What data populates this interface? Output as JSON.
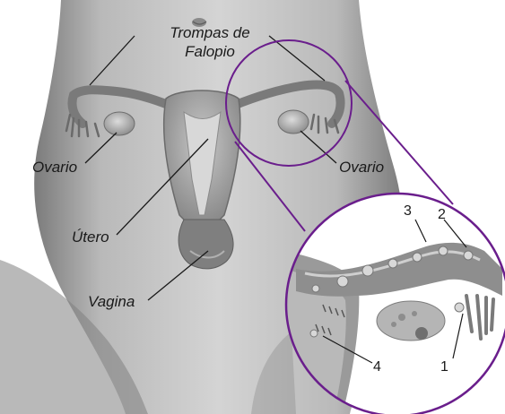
{
  "labels": {
    "fallopian_tubes_line1": "Trompas de",
    "fallopian_tubes_line2": "Falopio",
    "ovary_left": "Ovario",
    "ovary_right": "Ovario",
    "uterus": "Útero",
    "vagina": "Vagina"
  },
  "inset_numbers": {
    "n1": "1",
    "n2": "2",
    "n3": "3",
    "n4": "4"
  },
  "colors": {
    "magnifier_ring": "#6a1e8c",
    "tissue_gray": "#9a9a9a",
    "background": "#ffffff"
  }
}
